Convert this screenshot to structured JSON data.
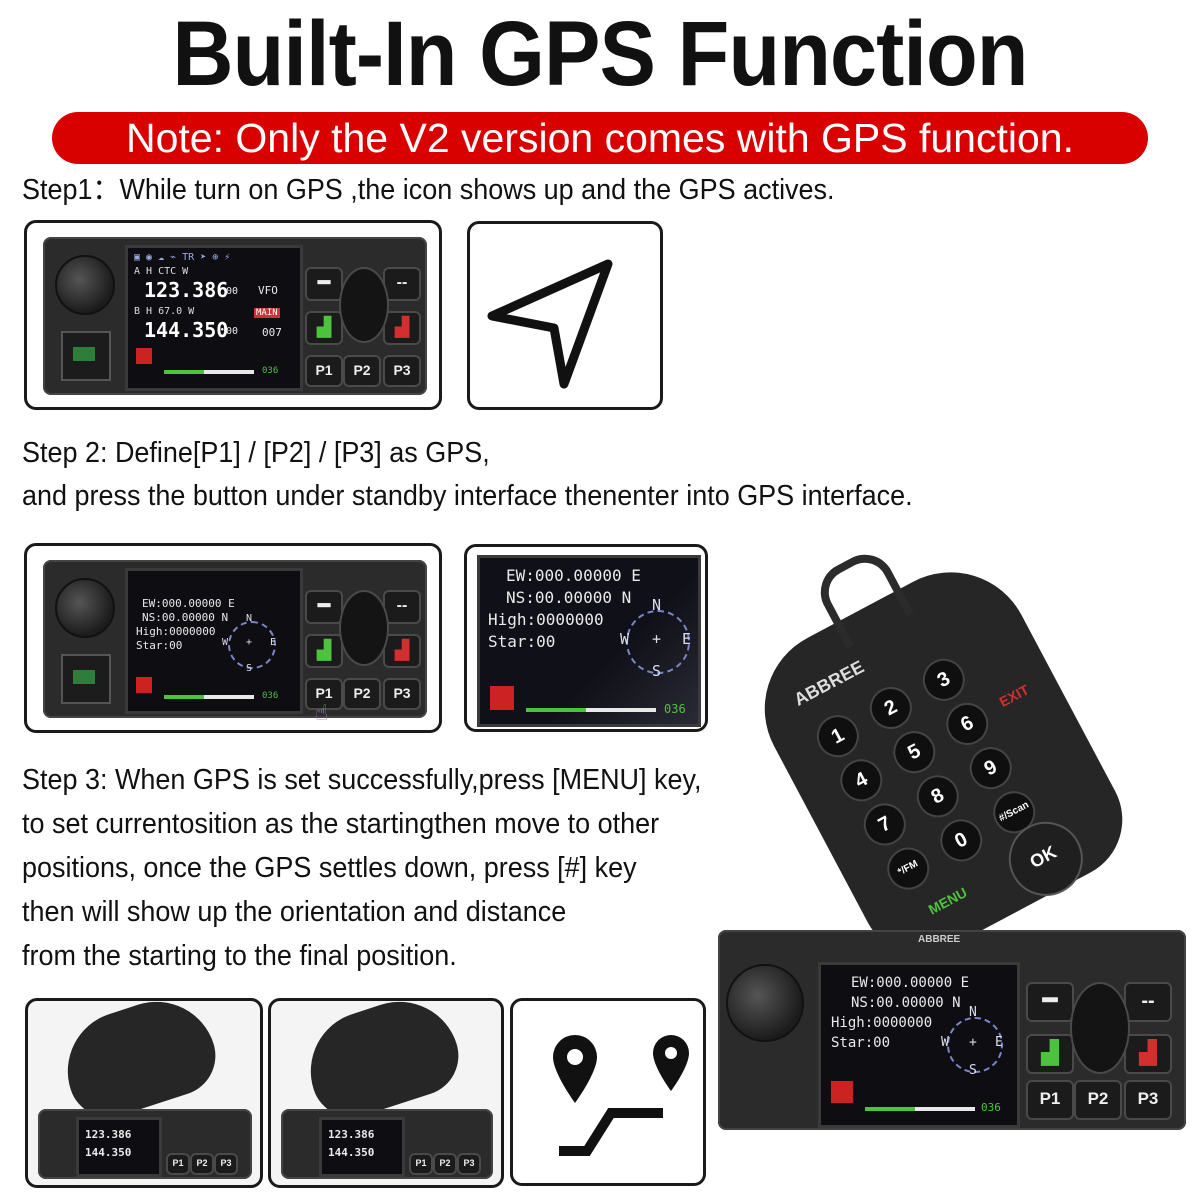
{
  "header": {
    "title": "Built-In GPS Function",
    "note": "Note: Only the V2 version comes with GPS function."
  },
  "steps": {
    "step1": "Step1：While turn on GPS ,the icon  shows up and the GPS actives.",
    "step2_line1": "Step 2: Define[P1] / [P2] / [P3] as GPS,",
    "step2_line2": "and press the button under standby interface thenenter into GPS interface.",
    "step3_line1": "Step 3: When GPS is set successfully,press [MENU] key,",
    "step3_line2": "to set currentosition as the startingthen move to other",
    "step3_line3": "positions, once the GPS settles down, press [#] key",
    "step3_line4": "then will show up the orientation and distance",
    "step3_line5": "from the starting to the final position."
  },
  "radio_standby": {
    "line_a": "A  H    CTC  W",
    "freq_a": "123.386",
    "freq_a_small": "00",
    "mode_a": "VFO",
    "line_b": "B  H   67.0  W",
    "freq_b": "144.350",
    "freq_b_small": "00",
    "mode_b": "MAIN",
    "channel": "007",
    "counter": "036"
  },
  "gps_screen": {
    "ew": "EW:000.00000 E",
    "ns": "NS:00.00000 N",
    "high": "High:0000000",
    "star": "Star:00",
    "north": "N",
    "south": "S",
    "west": "W",
    "east": "E",
    "center": "+",
    "counter": "036"
  },
  "buttons": {
    "p1": "P1",
    "p2": "P2",
    "p3": "P3"
  },
  "mic": {
    "brand": "ABBREE",
    "exit": "EXIT",
    "menu": "MENU",
    "ok": "OK",
    "scan": "#/Scan",
    "fm": "*/FM",
    "keys": [
      "1",
      "2",
      "3",
      "4",
      "5",
      "6",
      "7",
      "8",
      "9",
      "0"
    ]
  },
  "radio_brand": "ABBREE",
  "colors": {
    "note_bg": "#d90000",
    "accent_green": "#4ec23f",
    "accent_red": "#d23030"
  },
  "icons": {
    "step1_icon": "navigation-arrow-icon",
    "step3_icon": "route-pins-icon"
  }
}
